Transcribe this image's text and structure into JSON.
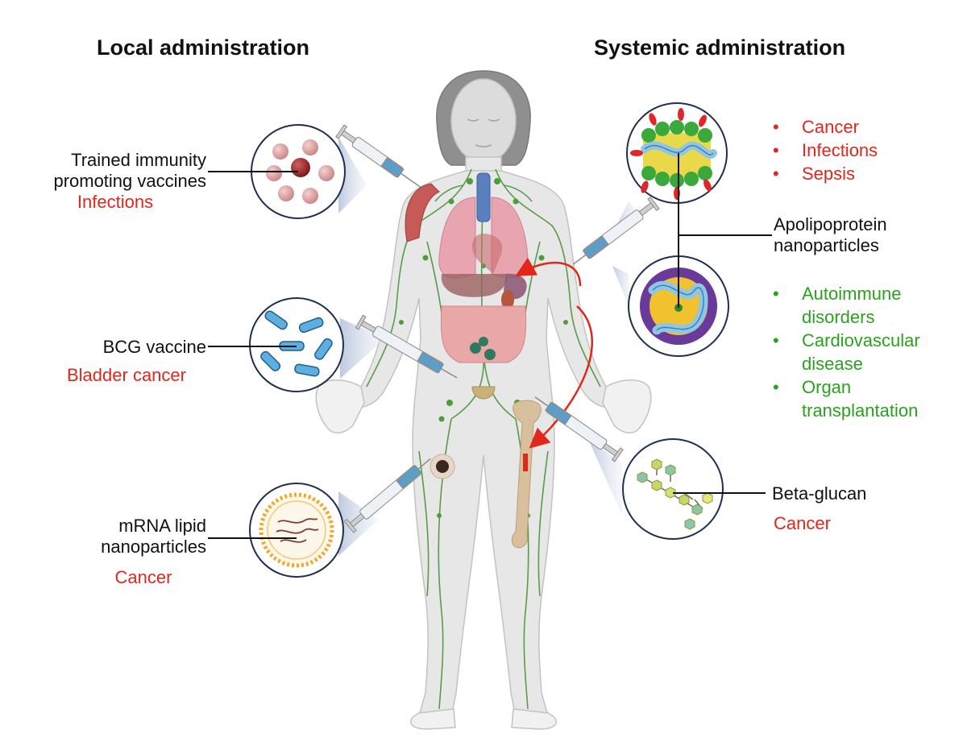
{
  "headings": {
    "local": "Local administration",
    "systemic": "Systemic administration"
  },
  "local_items": [
    {
      "name_lines": [
        "Trained immunity",
        "promoting vaccines"
      ],
      "indication": "Infections"
    },
    {
      "name_lines": [
        "BCG vaccine"
      ],
      "indication": "Bladder cancer"
    },
    {
      "name_lines": [
        "mRNA lipid",
        "nanoparticles"
      ],
      "indication": "Cancer"
    }
  ],
  "systemic_items": {
    "apolipoprotein": {
      "name_lines": [
        "Apolipoprotein",
        "nanoparticles"
      ],
      "stimulating_indications": [
        "Cancer",
        "Infections",
        "Sepsis"
      ],
      "inhibiting_indications": [
        [
          "Autoimmune",
          "disorders"
        ],
        [
          "Cardiovascular",
          "disease"
        ],
        [
          "Organ",
          "transplantation"
        ]
      ]
    },
    "beta_glucan": {
      "name": "Beta-glucan",
      "indication": "Cancer"
    }
  },
  "colors": {
    "stimulate": "#e3261c",
    "inhibit": "#2aa21f",
    "lymph": "#3f8f2c",
    "body": "#e6e6e6",
    "syringe": "#5d9ec9"
  }
}
